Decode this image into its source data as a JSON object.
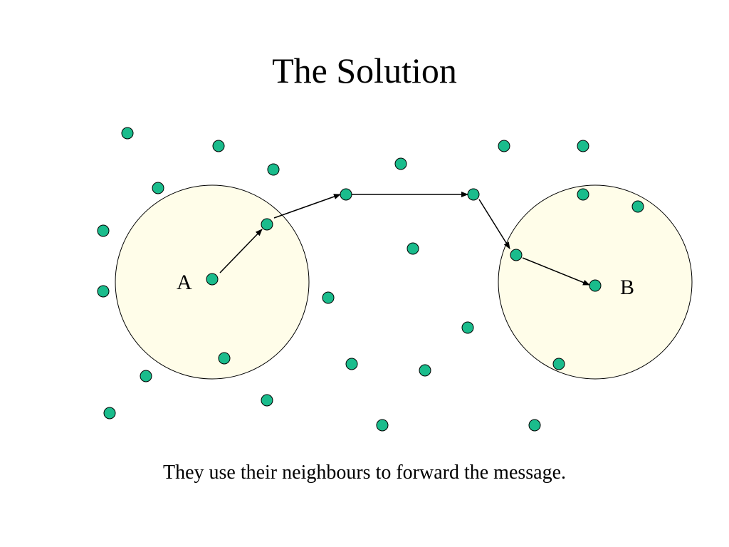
{
  "slide": {
    "title": "The Solution",
    "caption": "They use their neighbours to forward the message."
  },
  "diagram": {
    "labels": {
      "source": "A",
      "destination": "B"
    },
    "colors": {
      "node_fill": "#1abc8c",
      "range_fill": "#fffde9",
      "stroke": "#000000"
    }
  }
}
